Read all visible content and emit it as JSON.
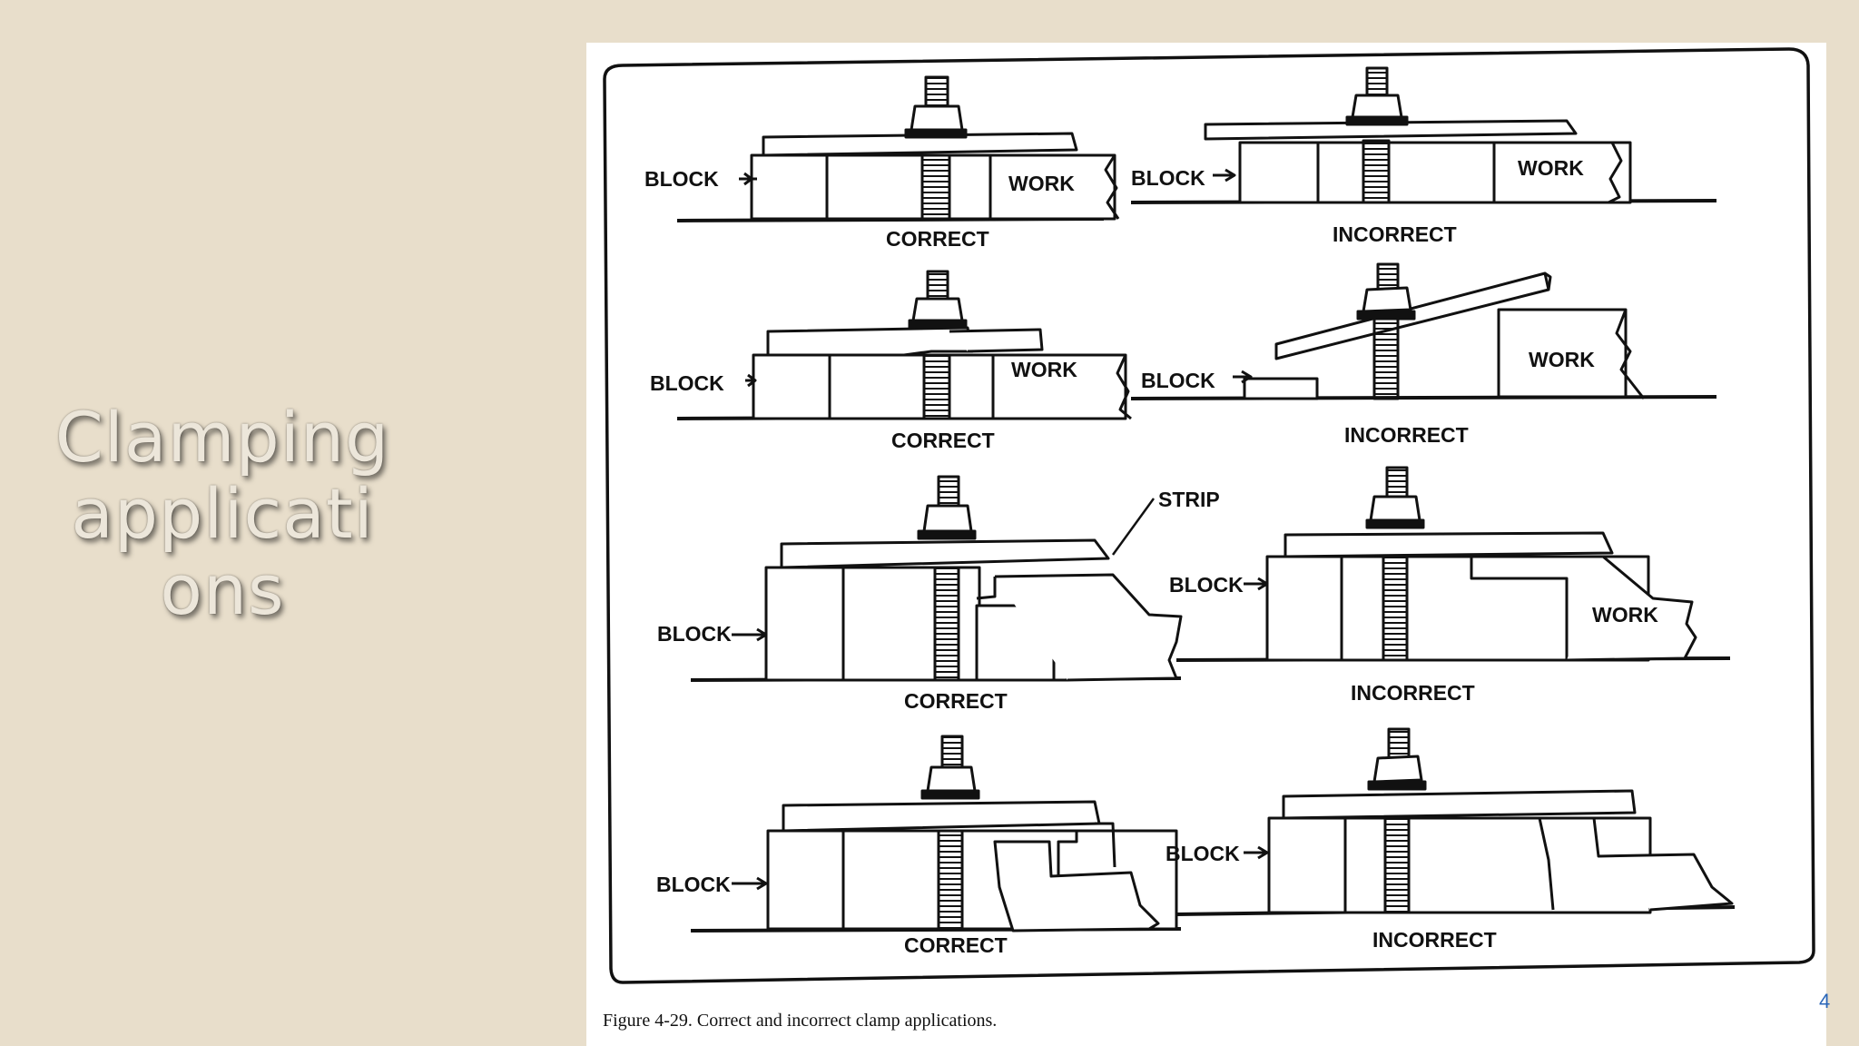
{
  "slide": {
    "title": "Clamping\napplicati\nons",
    "page_number": "4"
  },
  "figure": {
    "caption": "Figure 4-29.  Correct and incorrect clamp applications.",
    "labels": {
      "block": "BLOCK",
      "work": "WORK",
      "strip": "STRIP",
      "correct": "CORRECT",
      "incorrect": "INCORRECT"
    }
  }
}
